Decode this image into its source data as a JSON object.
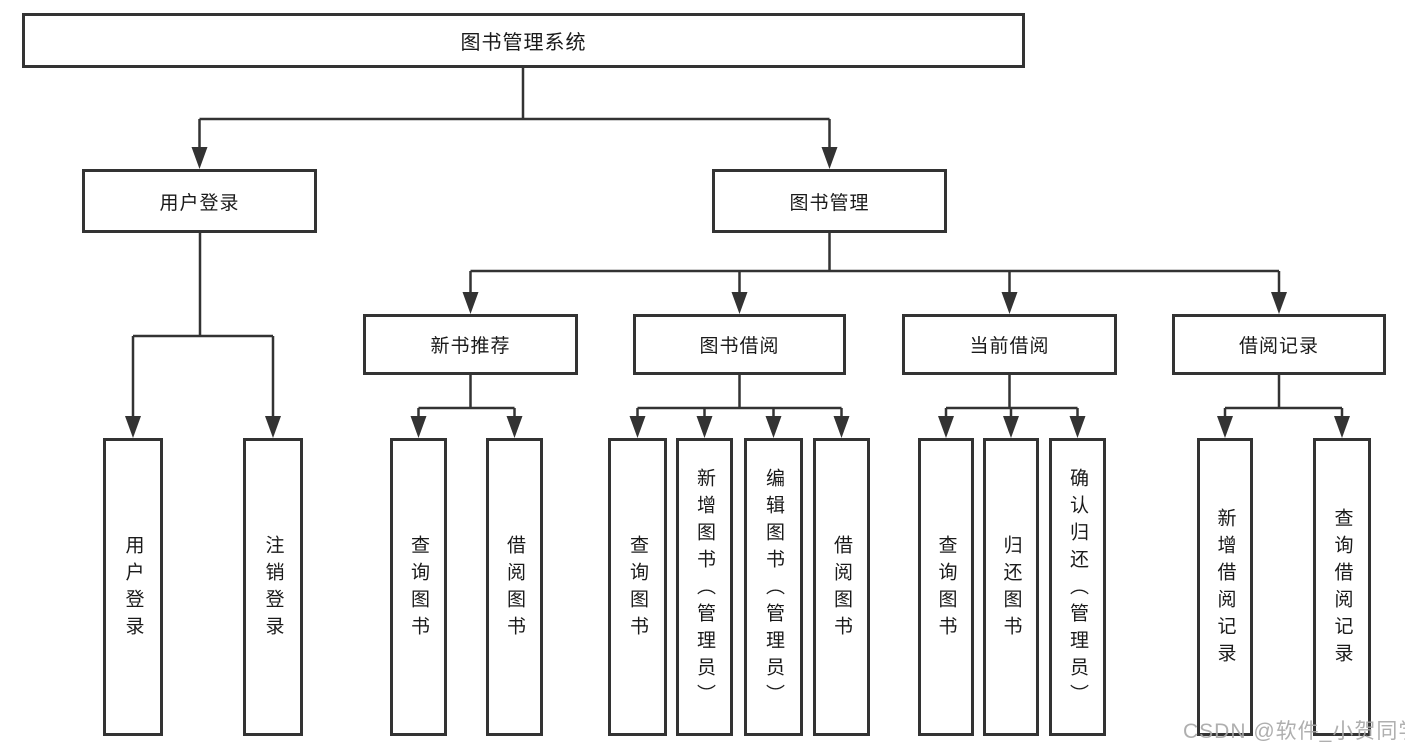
{
  "watermark": "CSDN @软件_小贺同学",
  "diagram": {
    "title": "图书管理系统",
    "level2": [
      {
        "label": "用户登录"
      },
      {
        "label": "图书管理"
      }
    ],
    "level3": [
      {
        "label": "新书推荐",
        "parent": "图书管理"
      },
      {
        "label": "图书借阅",
        "parent": "图书管理"
      },
      {
        "label": "当前借阅",
        "parent": "图书管理"
      },
      {
        "label": "借阅记录",
        "parent": "图书管理"
      }
    ],
    "leaves": [
      {
        "label": "用户登录",
        "parent": "用户登录"
      },
      {
        "label": "注销登录",
        "parent": "用户登录"
      },
      {
        "label": "查询图书",
        "parent": "新书推荐"
      },
      {
        "label": "借阅图书",
        "parent": "新书推荐"
      },
      {
        "label": "查询图书",
        "parent": "图书借阅"
      },
      {
        "label": "新增图书（管理员）",
        "parent": "图书借阅"
      },
      {
        "label": "编辑图书（管理员）",
        "parent": "图书借阅"
      },
      {
        "label": "借阅图书",
        "parent": "图书借阅"
      },
      {
        "label": "查询图书",
        "parent": "当前借阅"
      },
      {
        "label": "归还图书",
        "parent": "当前借阅"
      },
      {
        "label": "确认归还（管理员）",
        "parent": "当前借阅"
      },
      {
        "label": "新增借阅记录",
        "parent": "借阅记录"
      },
      {
        "label": "查询借阅记录",
        "parent": "借阅记录"
      }
    ],
    "colors": {
      "line": "#333333",
      "text": "#1a1a1a",
      "background": "#ffffff",
      "watermark": "#a8a8a8"
    }
  }
}
